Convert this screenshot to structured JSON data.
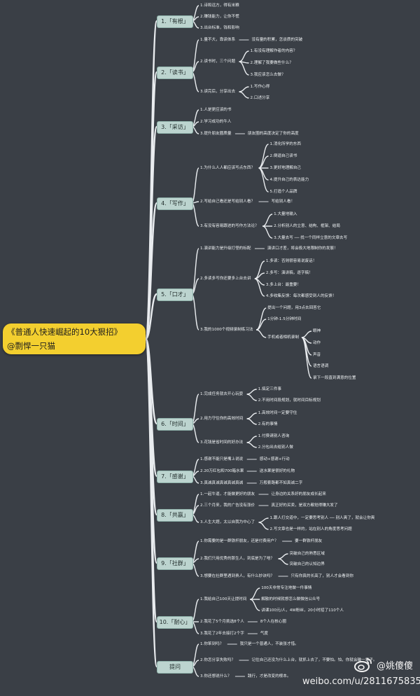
{
  "root": {
    "title": "《普通人快速崛起的10大狠招》",
    "author": "@剽悍一只猫"
  },
  "topics": [
    {
      "label": "1.「有根」",
      "items": [
        {
          "text": "1.诗和远方，得有米粮"
        },
        {
          "text": "2.赚钱能力，让你不慌"
        },
        {
          "text": "3.出台标准，钱和影响"
        }
      ]
    },
    {
      "label": "2.「读书」",
      "items": [
        {
          "text": "1.量不大，靠读体系",
          "note": "没有量的积累，怎谈质的突破"
        },
        {
          "text": "2.读书时，三个问题",
          "children": [
            "1.有没有理解作者的内容？",
            "2.理解了我要做些什么？",
            "3.我应该怎么去做？"
          ]
        },
        {
          "text": "3.读完后，分享出去",
          "children": [
            "1.写作心得",
            "2.口述分享"
          ]
        }
      ]
    },
    {
      "label": "3.「采访」",
      "items": [
        {
          "text": "1.人是更应该的书"
        },
        {
          "text": "2.学习成功的牛人"
        },
        {
          "text": "3.提升朋友圈质量",
          "note": "朋友圈的高度决定了你的高度"
        }
      ]
    },
    {
      "label": "4.「写作」",
      "items": [
        {
          "text": "1.为什么人人都应该写点东西？",
          "children": [
            "1.消化所学的东西",
            "2.倒逼自己读书",
            "3.更好地理解自己",
            "4.提升自己的表达能力",
            "5.打造个人品牌"
          ]
        },
        {
          "text": "2.写给自己看还是写给别人看？",
          "note": "写给别人看！"
        },
        {
          "text": "3.有没有容易跟进的写作方法论？",
          "children": [
            "1.大量地输入",
            "2.分析别人的立意、结构、框架、结局",
            "3.大量去写 ── 找一个同样立意的文章去写"
          ]
        }
      ]
    },
    {
      "label": "5.「口才」",
      "items": [
        {
          "text": "1.演讲能力是升级打怪的标配",
          "note": "演讲口才差，将会极大地限制你的发展！"
        },
        {
          "text": "2.多读多写你还要多上台去讲",
          "children": [
            "1.多读：否则很容易说废话！",
            "2.多写：演讲稿，逐字稿！",
            "3.多上台：最重要！",
            "4.多收集反馈：每次都感受到人的反馈！"
          ]
        },
        {
          "text": "3.我的1000个视频录制练习法",
          "children": [
            "提出一个问题，用3点去回答它",
            "1分钟-1.5分钟时间",
            "手机或者相机录制"
          ],
          "sub": [
            "眼神",
            "动作",
            "声音",
            "语言语调",
            "录下一段直到满意的位置"
          ]
        }
      ]
    },
    {
      "label": "6.「时间」",
      "items": [
        {
          "text": "1.完成任务就去开心玩耍",
          "children": [
            "1.搞定三件事",
            "2.不用时间段规划，就时间目标规划"
          ]
        },
        {
          "text": "2.用力守住你的高效时间",
          "children": [
            "1.高效时间一定要守住",
            "2.有的事情"
          ]
        },
        {
          "text": "3.花钱是省时间的好办法",
          "children": [
            "1.付费请别人咨询",
            "2.分包出去给别人做"
          ]
        }
      ]
    },
    {
      "label": "7.「感谢」",
      "items": [
        {
          "text": "1.感谢不能只是嘴上说说",
          "note": "感动+感谢+行动"
        },
        {
          "text": "2.20万红包和700箱水果",
          "note": "送水果是很好的礼物"
        },
        {
          "text": "3.真诚真诚真诚真诚真诚",
          "note": "万般套路都不如真诚二字"
        }
      ]
    },
    {
      "label": "8.「共赢」",
      "items": [
        {
          "text": "1.一起牛逼，才能做更好的朋友",
          "note": "让身边的关系好的朋友成长起来"
        },
        {
          "text": "2.三个月来，我的广告没有涨价",
          "note": "真正好的买卖，是双方都觉得赚大发了"
        },
        {
          "text": "3.人生大题，太以自我为中心了",
          "children": [
            "1.跟人打交道中，一定要思考别人 ── 别人爽了，就会让你爽",
            "2.写文章也是一样的，站在别人的角度思考问题"
          ]
        }
      ]
    },
    {
      "label": "9.「社群」",
      "items": [
        {
          "text": "1.你需要的是一群铁杆朋友，还是付费用户？",
          "note": "要一群铁杆朋友"
        },
        {
          "text": "2.我们只用优秀的那生人，到底是为了啥？",
          "children": [
            "突破自己的熟悉区域",
            "突破自己的认知边界"
          ]
        },
        {
          "text": "3.想要在社群里遇到贵人，有什么妙诀吗？",
          "note": "只有你真的长高了，别人才会看到你"
        }
      ]
    },
    {
      "label": "10.「耐心」",
      "items": [
        {
          "text": "1.我给自己100天让提时间",
          "children": [
            "100天非常专注地做一件事情",
            "解散的时候就想怎么做微信公众号",
            "讲课100元/人，4W粉丝，20小时招了110个人"
          ]
        },
        {
          "text": "2.我花了5个月挑选8个人",
          "note": "8个人在核心圈"
        },
        {
          "text": "3.我花了2年去接打2个字",
          "note": "气度"
        }
      ]
    },
    {
      "label": "提问",
      "items": [
        {
          "text": "1.你笨到吗？",
          "note": "我只是一个普通人，不装张才惜。"
        },
        {
          "text": "2.你怎分享失败吗？",
          "note": "记住自己还没为什么上台，就抓上去了，不要怕。怕，你就会输一辈子。"
        },
        {
          "text": "3.你还想说什么？",
          "note": "践行，才是改变的根本。"
        }
      ]
    }
  ],
  "watermark": {
    "name": "@姚傻傻",
    "url": "weibo.com/u/2811675835"
  }
}
